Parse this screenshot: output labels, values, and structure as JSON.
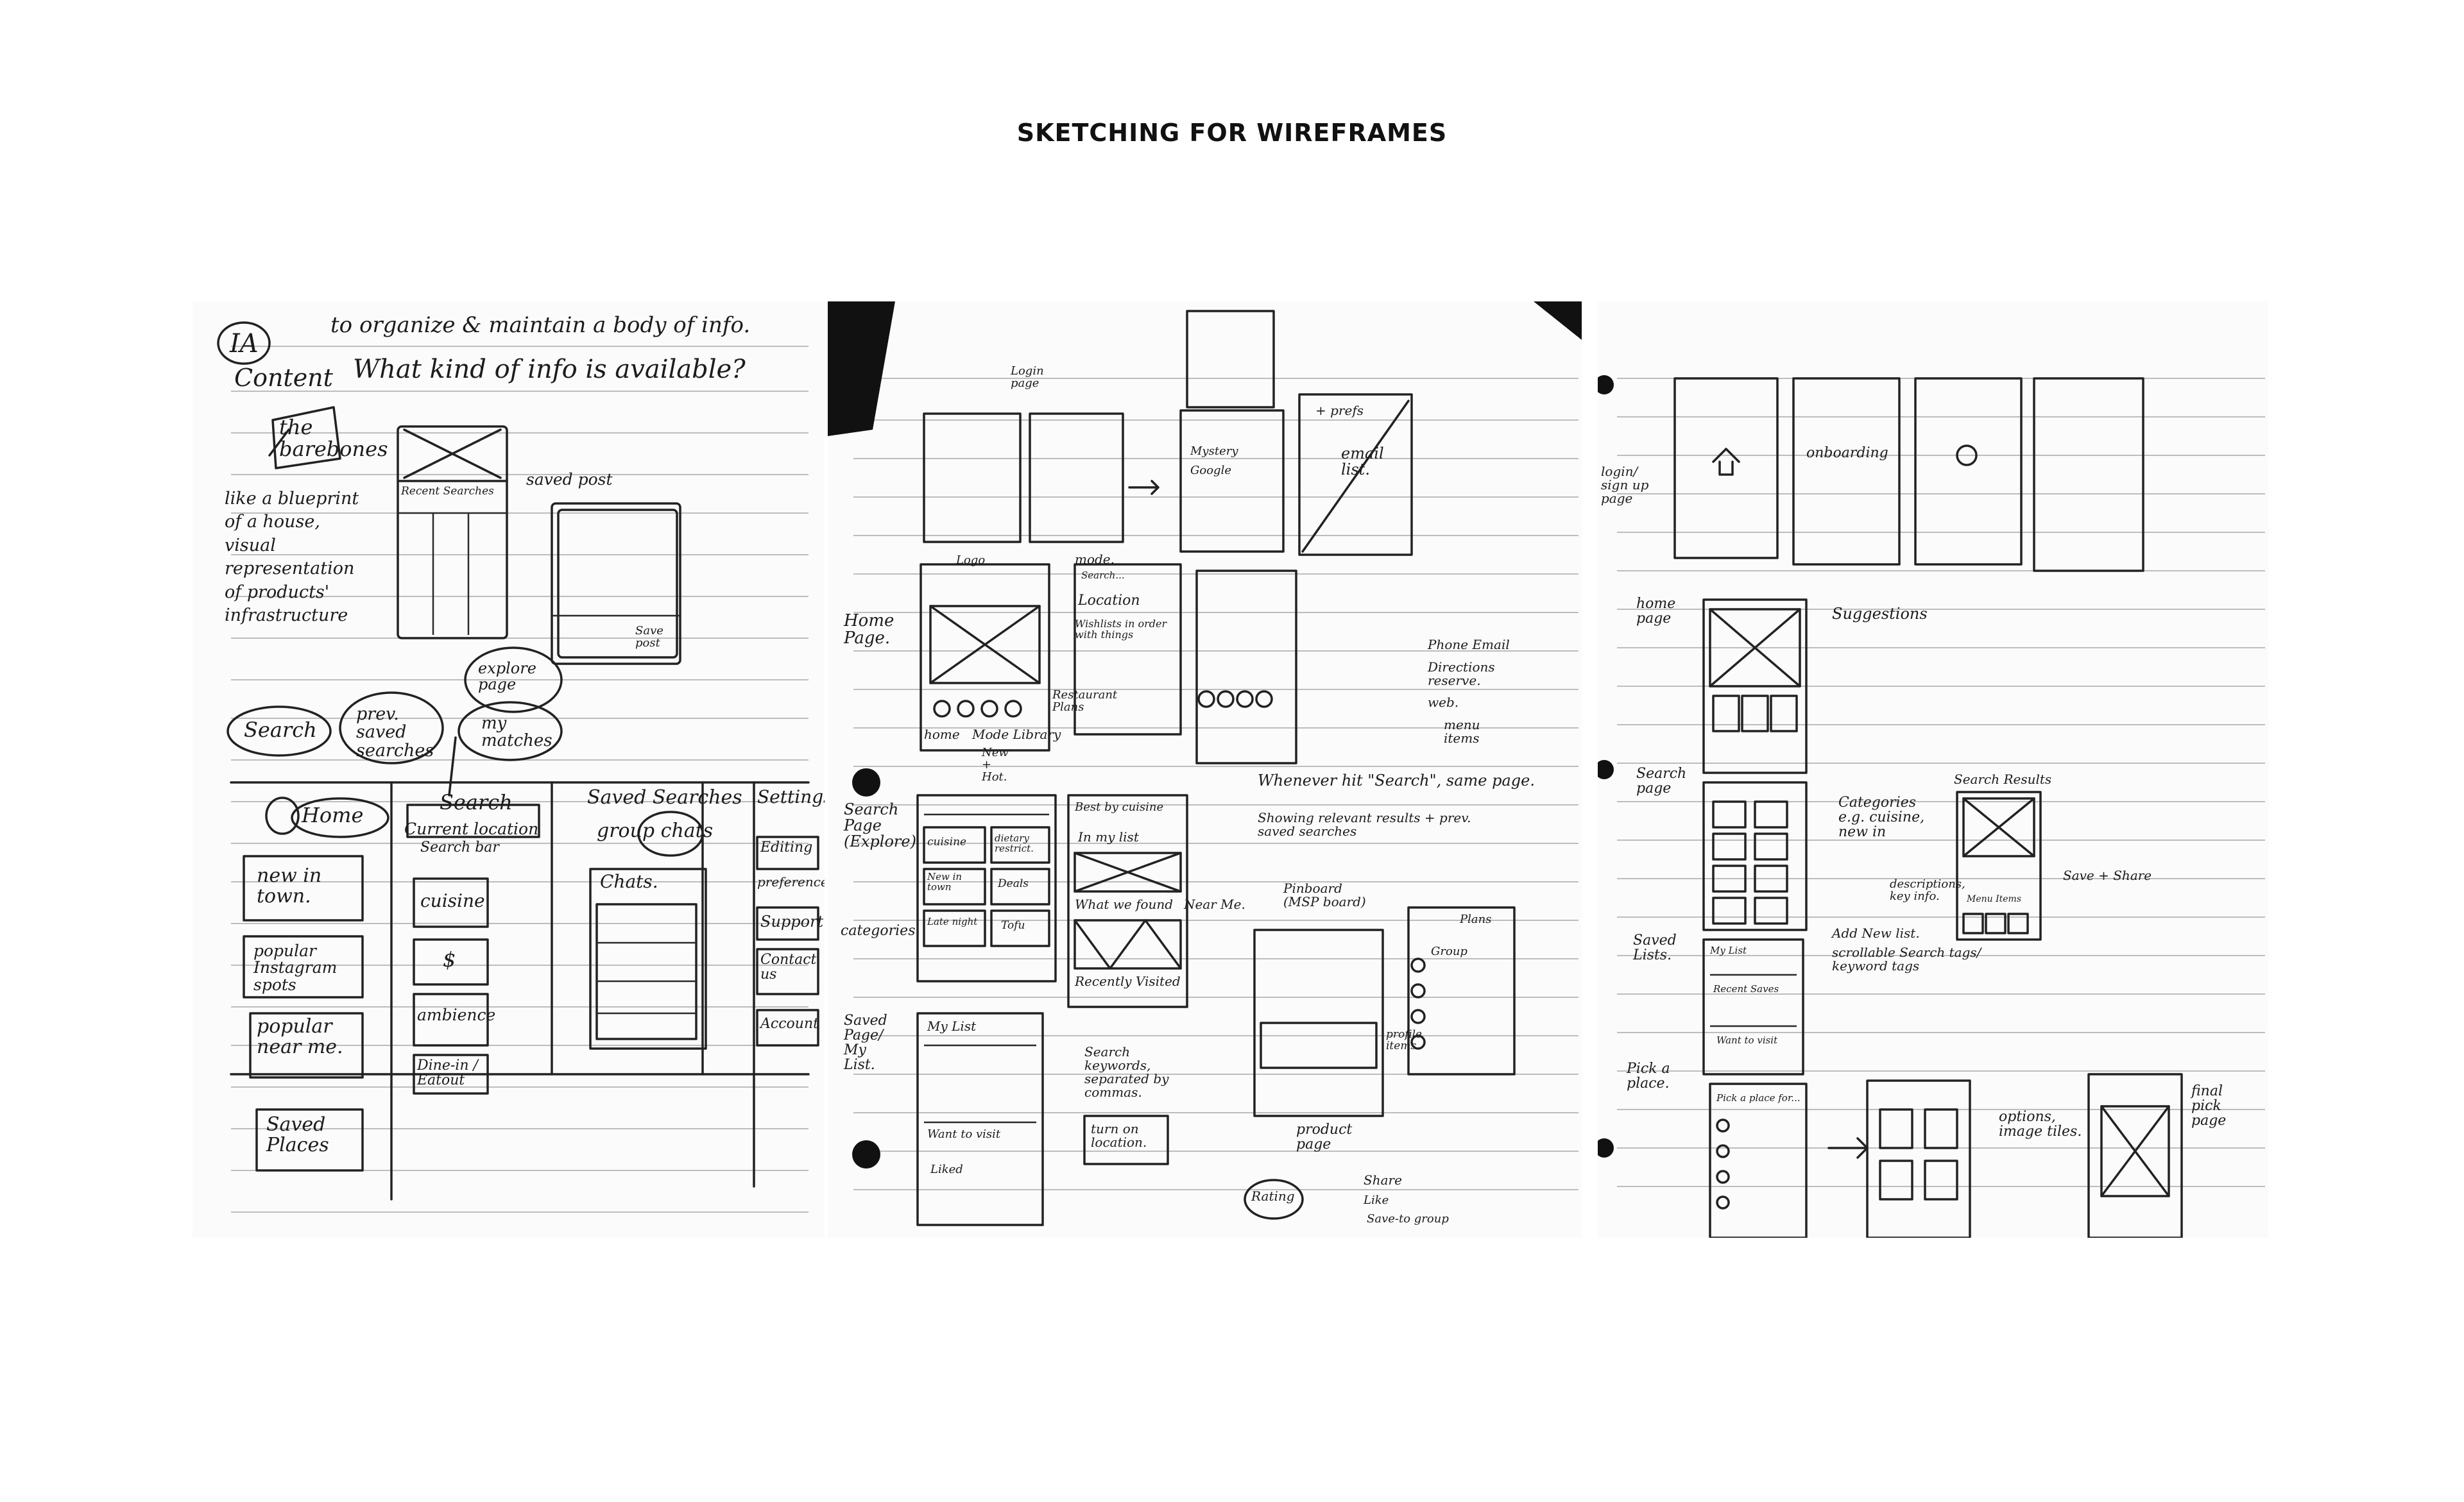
{
  "title": "SKETCHING FOR WIREFRAMES",
  "colors": {
    "ink": "#222222",
    "paper": "#fbfbfb",
    "rule": "#bdbdbd",
    "title": "#111111"
  },
  "sheets": [
    {
      "id": "sheet-1",
      "notes": {
        "ia": "IA",
        "ia_def": "to organize & maintain a body of info.",
        "content": "Content",
        "question": "What kind of info is available?",
        "barebones": "the barebones",
        "like": "like a blueprint of a house, visual representation of products' infrastructure",
        "recent_searches": "Recent Searches",
        "saved_post": "saved post",
        "save_post": "Save post",
        "search": "Search",
        "prev_saved": "prev. saved searches",
        "explore": "explore page",
        "matches": "my matches",
        "home": "Home",
        "new_in_town": "new in town.",
        "popular_instagram": "popular Instagram spots",
        "popular_near": "popular near me.",
        "saved_places": "Saved Places",
        "search_col": "Search",
        "current_loc": "Current location",
        "search_bar": "Search bar",
        "cuisine": "cuisine",
        "dollar": "$",
        "ambience": "ambience",
        "dine_in": "Dine-in / Eatout",
        "saved_searches": "Saved Searches",
        "group_chats": "group chats",
        "chats": "Chats.",
        "settings": "Settings",
        "editing": "Editing",
        "preferences": "preferences",
        "support": "Support",
        "contact_us": "Contact us",
        "account": "Account"
      }
    },
    {
      "id": "sheet-2",
      "notes": {
        "login_page": "Login page",
        "mystery": "Mystery",
        "google": "Google",
        "email_list": "email list.",
        "plus_prefs": "+ prefs",
        "home_page": "Home Page.",
        "logo": "Logo",
        "mode": "mode.",
        "location": "Location",
        "wishlist": "Wishlists in order with things",
        "restaurant_plans": "Restaurant Plans",
        "home": "home",
        "mode_library": "Mode  Library",
        "new_hot": "New + Hot.",
        "search_box": "Search...",
        "phone_email": "Phone Email",
        "directions": "Directions reserve.",
        "web": "web.",
        "menu_items": "menu items",
        "whenever": "Whenever hit \"Search\", same page.",
        "showing": "Showing relevant results + prev. saved searches",
        "search_page": "Search Page (Explore)",
        "cuisine": "cuisine",
        "dietary": "dietary restrict.",
        "new_in_town": "New in town",
        "deals": "Deals",
        "late_night": "Late night",
        "tofu": "Tofu",
        "categories": "categories",
        "best_by": "Best by cuisine",
        "in_my_list": "In my list",
        "what_we_found": "What we found",
        "near_me": "Near Me.",
        "recently_visited": "Recently Visited",
        "pinboard": "Pinboard (MSP board)",
        "plans": "Plans",
        "group": "Group",
        "profile_items": "profile items",
        "product_page": "product page",
        "saved_page": "Saved Page/ My List.",
        "my_list": "My List",
        "want_to_visit": "Want to visit",
        "liked": "Liked",
        "search_keywords": "Search keywords, separated by commas.",
        "turn_on_location": "turn on location.",
        "rating": "Rating",
        "share": "Share",
        "like": "Like",
        "save_to_group": "Save-to group"
      }
    },
    {
      "id": "sheet-3",
      "notes": {
        "login_signup": "login/ sign up page",
        "onboarding": "onboarding",
        "home_page": "home page",
        "suggestions": "Suggestions",
        "search_page": "Search page",
        "categories": "Categories e.g. cuisine, new in",
        "search_results": "Search Results",
        "descriptions": "descriptions, key info.",
        "save_share": "Save + Share",
        "menu_items": "Menu Items",
        "saved_lists": "Saved Lists.",
        "my_list": "My List",
        "add_new_list": "Add New list.",
        "scrollable_tags": "scrollable Search tags/ keyword tags",
        "recent_saves": "Recent Saves",
        "want_to_visit": "Want to visit",
        "pick_a_place": "Pick a place.",
        "pick_for": "Pick a place for...",
        "options": "options, image tiles.",
        "final_pick": "final pick page"
      }
    }
  ]
}
